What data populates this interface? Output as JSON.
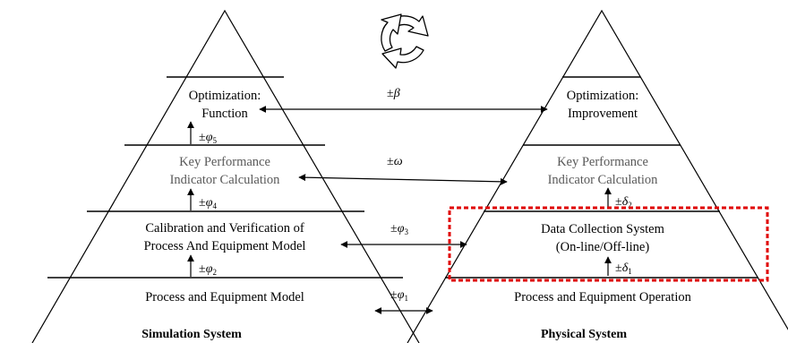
{
  "left_pyramid": {
    "levels": [
      {
        "line1": "Optimization:",
        "line2": "Function"
      },
      {
        "line1": "Key Performance",
        "line2": "Indicator Calculation"
      },
      {
        "line1": "Calibration and Verification of",
        "line2": "Process And Equipment Model"
      },
      {
        "line1": "Process and Equipment Model"
      }
    ],
    "caption": "Simulation System",
    "errors": [
      {
        "prefix": "±",
        "symbol": "φ",
        "sub": "5"
      },
      {
        "prefix": "±",
        "symbol": "φ",
        "sub": "4"
      },
      {
        "prefix": "±",
        "symbol": "φ",
        "sub": "2"
      }
    ]
  },
  "right_pyramid": {
    "levels": [
      {
        "line1": "Optimization:",
        "line2": "Improvement"
      },
      {
        "line1": "Key Performance",
        "line2": "Indicator Calculation"
      },
      {
        "line1": "Data Collection System",
        "line2": "(On-line/Off-line)"
      },
      {
        "line1": "Process and Equipment Operation"
      }
    ],
    "caption": "Physical System",
    "errors": [
      {
        "prefix": "±",
        "symbol": "δ",
        "sub": "2"
      },
      {
        "prefix": "±",
        "symbol": "δ",
        "sub": "1"
      }
    ]
  },
  "links": [
    {
      "prefix": "±",
      "symbol": "β",
      "sub": ""
    },
    {
      "prefix": "±",
      "symbol": "ω",
      "sub": ""
    },
    {
      "prefix": "±",
      "symbol": "φ",
      "sub": "3"
    },
    {
      "prefix": "±",
      "symbol": "φ",
      "sub": "1"
    }
  ],
  "icon": "recycle-cycle-icon",
  "colors": {
    "line": "#000000",
    "gray_text": "#595959",
    "highlight": "#e00000"
  }
}
